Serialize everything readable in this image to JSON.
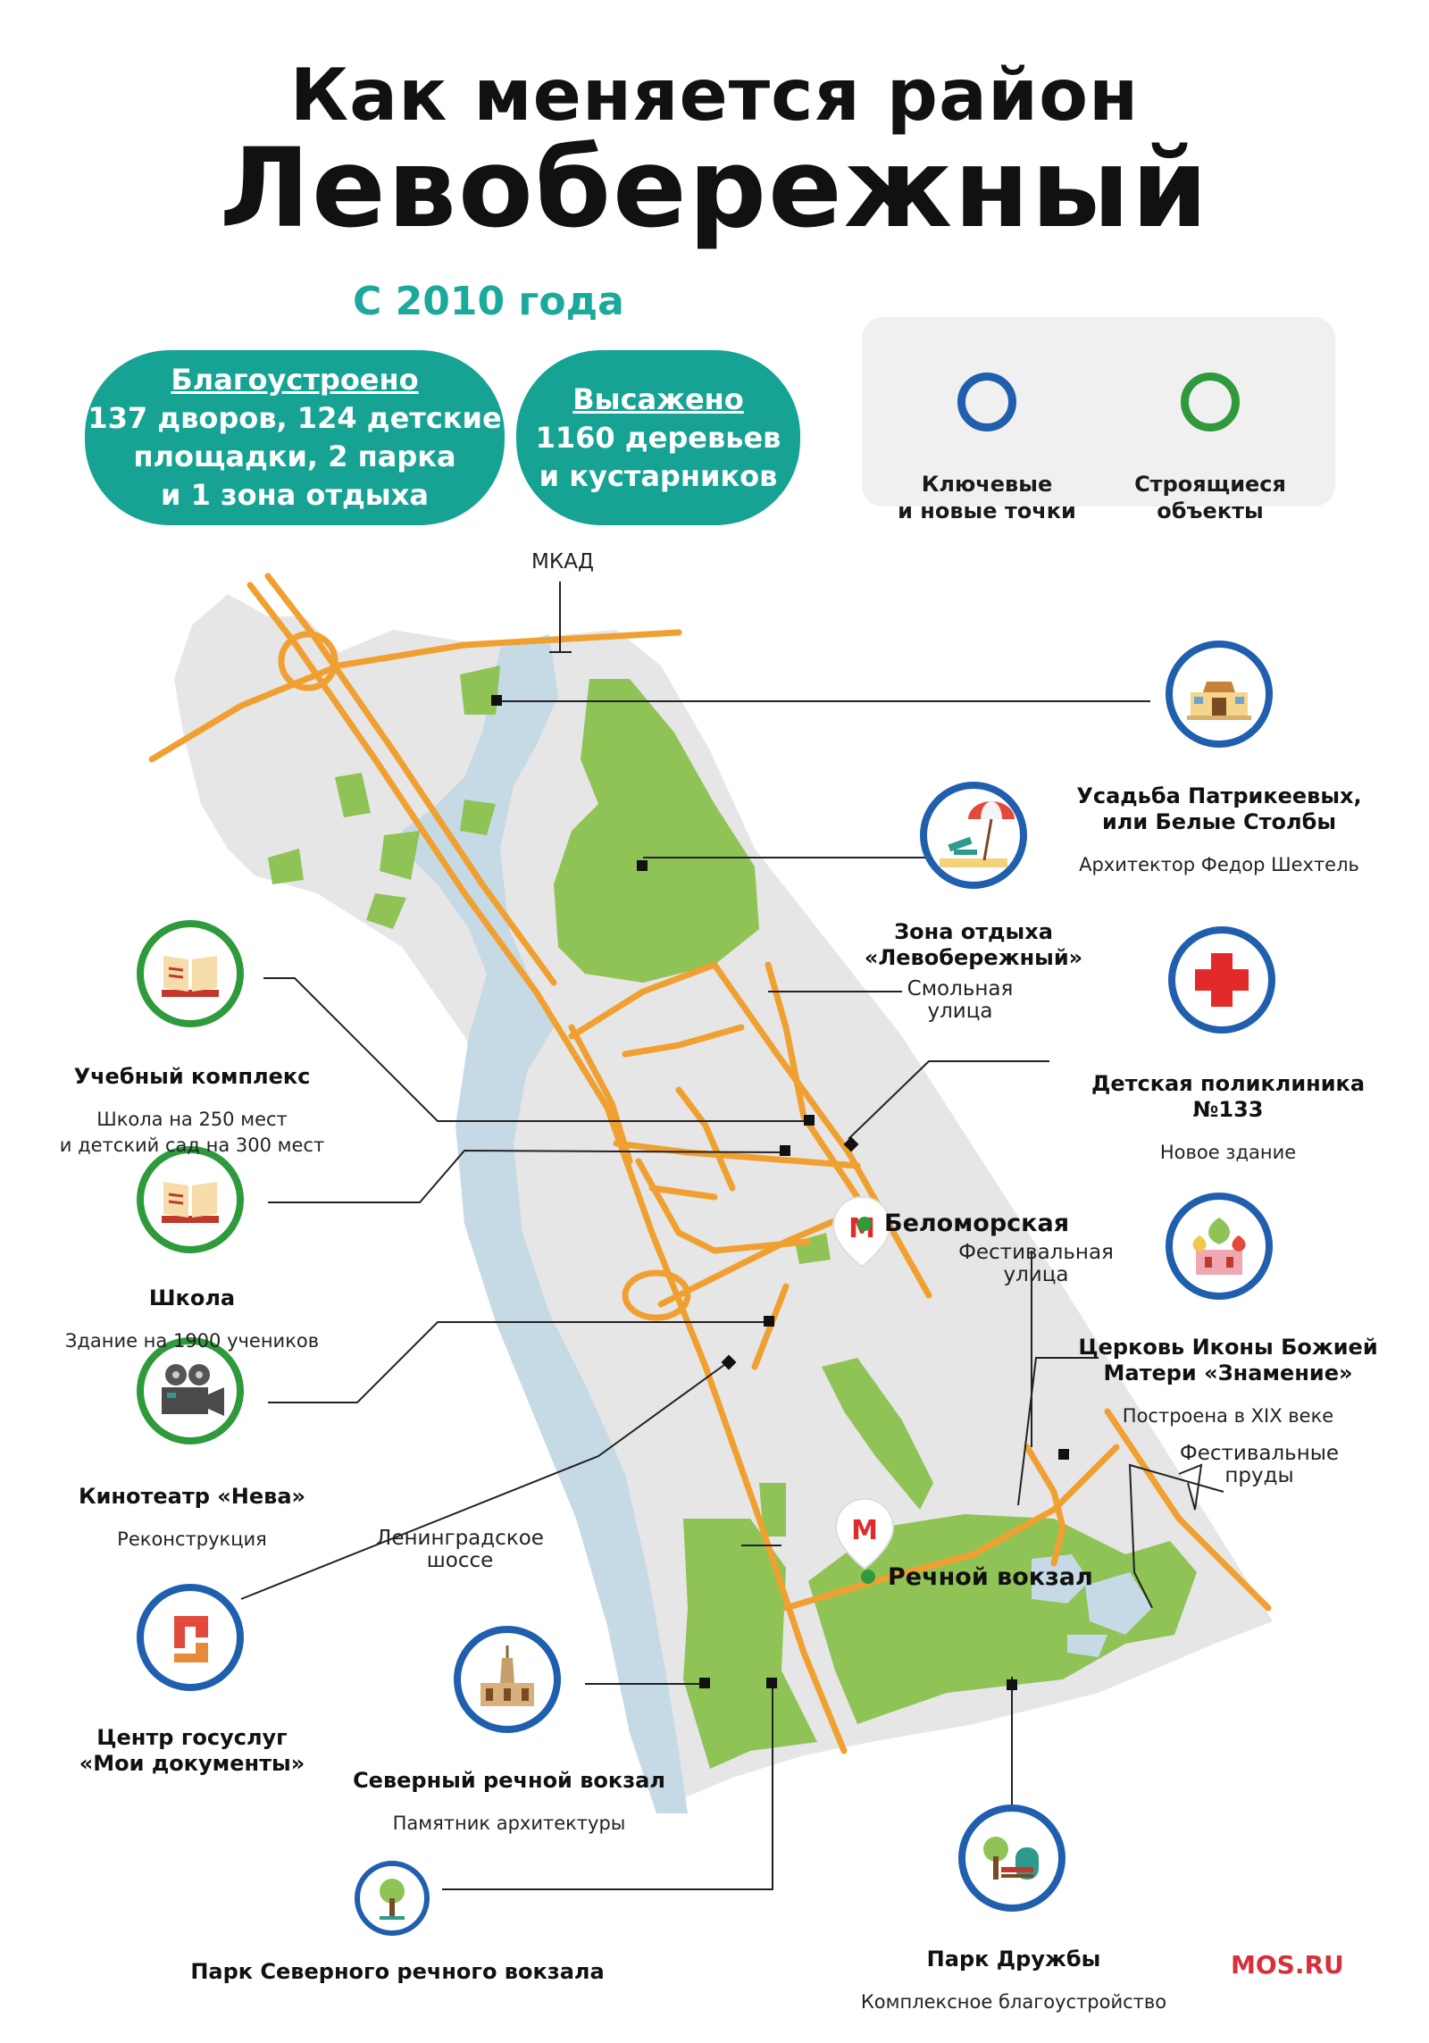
{
  "title": {
    "line1": "Как меняется район",
    "line2": "Левобережный"
  },
  "since": "С 2010 года",
  "pills": [
    {
      "header": "Благоустроено",
      "text": "137 дворов, 124 детские\nплощадки, 2 парка\nи 1 зона отдыха"
    },
    {
      "header": "Высажено",
      "text": "1160 деревьев\nи кустарников"
    }
  ],
  "legend": [
    {
      "label": "Ключевые\nи новые точки",
      "color": "#1f5fae"
    },
    {
      "label": "Строящиеся\nобъекты",
      "color": "#2e9a3c"
    }
  ],
  "colors": {
    "teal": "#16a394",
    "blue": "#1f5fae",
    "green": "#2e9a3c",
    "road": "#f0a030",
    "water": "#c6dae6",
    "park": "#8fc356",
    "land": "#e6e6e6"
  },
  "streets": {
    "mkad": "МКАД",
    "smolnaya": "Смольная\nулица",
    "festivalnaya": "Фестивальная\nулица",
    "leningradskoe": "Ленинградское\nшоссе",
    "ponds": "Фестивальные\nпруды"
  },
  "stations": {
    "belomorskaya": "Беломорская",
    "rechnoy": "Речной вокзал"
  },
  "places": [
    {
      "name": "Усадьба Патрикеевых,\nили Белые Столбы",
      "sub": "Архитектор Федор Шехтель",
      "icon": "manor-icon",
      "status": "key"
    },
    {
      "name": "Зона отдыха\n«Левобережный»",
      "sub": "",
      "icon": "beach-umbrella-icon",
      "status": "key"
    },
    {
      "name": "Детская поликлиника №133",
      "sub": "Новое здание",
      "icon": "medical-cross-icon",
      "status": "key"
    },
    {
      "name": "Учебный комплекс",
      "sub": "Школа на 250 мест\nи детский сад на 300 мест",
      "icon": "book-icon",
      "status": "construction"
    },
    {
      "name": "Школа",
      "sub": "Здание на 1900 учеников",
      "icon": "book-icon",
      "status": "construction"
    },
    {
      "name": "Церковь Иконы Божией\nМатери «Знамение»",
      "sub": "Построена в XIX веке",
      "icon": "church-icon",
      "status": "key"
    },
    {
      "name": "Кинотеатр «Нева»",
      "sub": "Реконструкция",
      "icon": "film-camera-icon",
      "status": "construction"
    },
    {
      "name": "Центр госуслуг\n«Мои документы»",
      "sub": "",
      "icon": "documents-logo-icon",
      "status": "key"
    },
    {
      "name": "Северный речной вокзал",
      "sub": "Памятник архитектуры",
      "icon": "river-station-icon",
      "status": "key"
    },
    {
      "name": "Парк Северного речного вокзала",
      "sub": "",
      "icon": "tree-icon",
      "status": "construction"
    },
    {
      "name": "Парк Дружбы",
      "sub": "Комплексное благоустройство",
      "icon": "park-bench-icon",
      "status": "key"
    }
  ],
  "brand": "MOS.RU"
}
